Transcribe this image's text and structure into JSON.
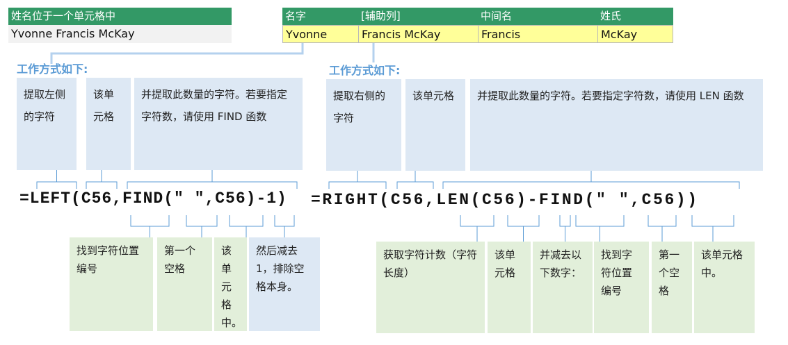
{
  "left_table": {
    "header": "姓名位于一个单元格中",
    "value": "Yvonne Francis McKay"
  },
  "right_table": {
    "headers": [
      "名字",
      "[辅助列]",
      "中间名",
      "姓氏"
    ],
    "values": [
      "Yvonne",
      "Francis McKay",
      "Francis",
      "McKay"
    ]
  },
  "left_explain": {
    "heading": "工作方式如下:",
    "top_boxes": [
      "提取左侧的字符",
      "该单元格",
      "并提取此数量的字符。若要指定字符数，请使用 FIND 函数"
    ],
    "formula": "=LEFT(C56,FIND(\" \",C56)-1)",
    "bottom_boxes": [
      "找到字符位置编号",
      "第一个空格",
      "该单元格中。",
      "然后减去 1，排除空格本身。"
    ]
  },
  "right_explain": {
    "heading": "工作方式如下:",
    "top_boxes": [
      "提取右侧的字符",
      "该单元格",
      "并提取此数量的字符。若要指定字符数，请使用 LEN 函数"
    ],
    "formula": "=RIGHT(C56,LEN(C56)-FIND(\" \",C56))",
    "bottom_boxes": [
      "获取字符计数（字符长度）",
      "该单元格",
      "并减去以下数字：",
      "找到字符位置编号",
      "第一个空格",
      "该单元格中。"
    ]
  },
  "colors": {
    "header_green": "#339966",
    "highlight_yellow": "#ffff99",
    "note_blue": "#dde8f4",
    "note_green": "#e2efda",
    "accent": "#5b9bd5"
  }
}
